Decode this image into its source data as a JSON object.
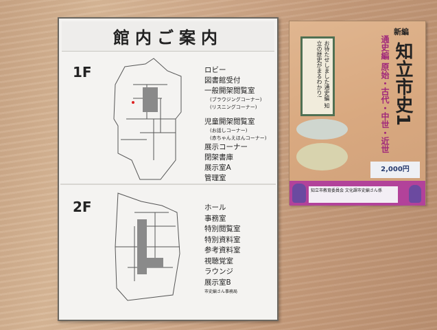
{
  "sign": {
    "title": "館内ご案内",
    "floor1": {
      "label": "1F",
      "rooms": [
        "ロビー",
        "図書館受付",
        "一般開架閲覧室",
        "(ブラウジングコーナー)",
        "(リスニングコーナー)",
        "児童開架閲覧室",
        "(お話しコーナー)",
        "(赤ちゃんえほんコーナー)",
        "展示コーナー",
        "閉架書庫",
        "展示室A",
        "管理室"
      ]
    },
    "floor2": {
      "label": "2F",
      "rooms": [
        "ホール",
        "事務室",
        "特別閲覧室",
        "特別資料室",
        "参考資料室",
        "視聴覚室",
        "ラウンジ",
        "展示室B",
        "市史編さん事務局"
      ]
    }
  },
  "poster": {
    "new_edition": "新編",
    "title": "知立市史1",
    "subtitle": "通史編",
    "periods": "原始・古代・中世・近世",
    "note": "お待たせしました通史編 知立の歴史がまるわかり!",
    "price": "2,000円",
    "publisher": "知立市教育委員会 文化課市史編さん係"
  }
}
